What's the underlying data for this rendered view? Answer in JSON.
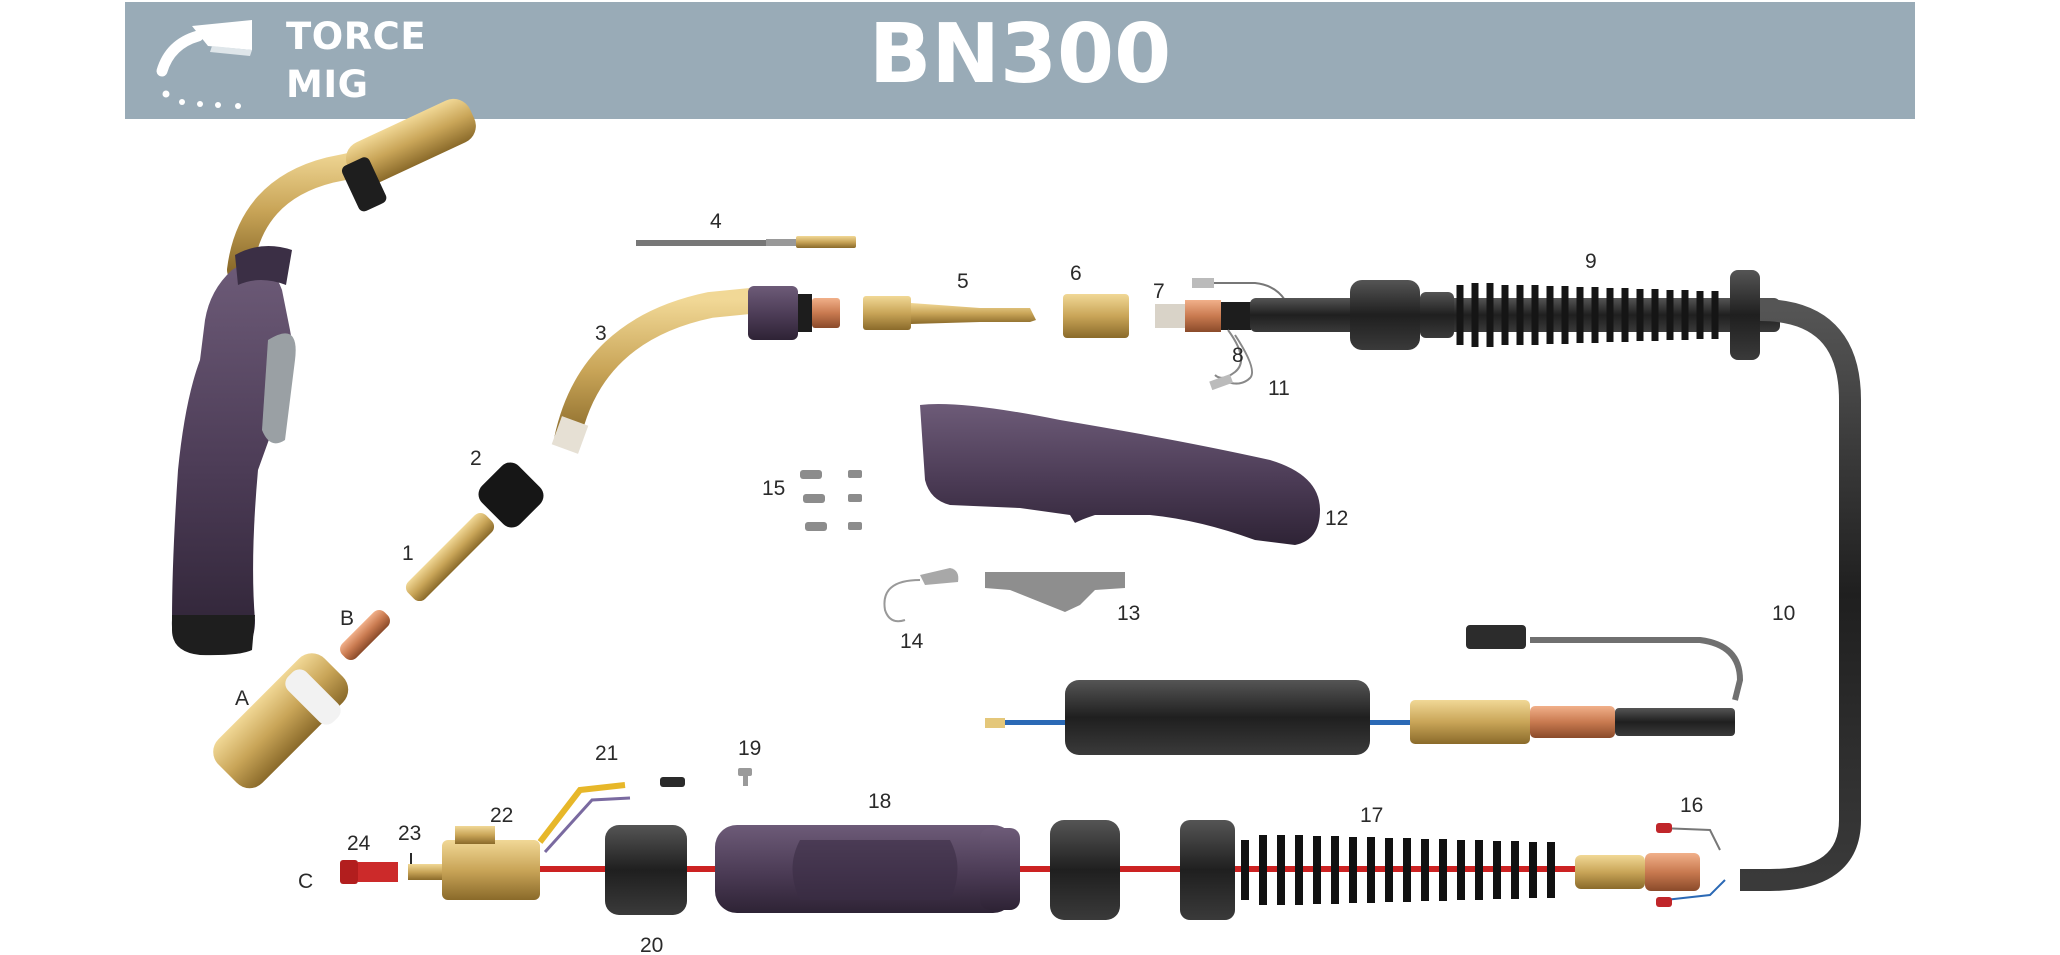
{
  "header": {
    "brand_line1": "TORCE",
    "brand_line2": "MIG",
    "model": "BN300"
  },
  "colors": {
    "header_bg": "#99abb7",
    "brass": "#c7a352",
    "handle_purple": "#4b3b55",
    "cable_black": "#222222",
    "liner_red": "#cc2222"
  },
  "part_labels": {
    "p1": "1",
    "p2": "2",
    "p3": "3",
    "p4": "4",
    "p5": "5",
    "p6": "6",
    "p7": "7",
    "p8": "8",
    "p9": "9",
    "p10": "10",
    "p11": "11",
    "p12": "12",
    "p13": "13",
    "p14": "14",
    "p15": "15",
    "p16": "16",
    "p17": "17",
    "p18": "18",
    "p19": "19",
    "p20": "20",
    "p21": "21",
    "p22": "22",
    "p23": "23",
    "p24": "24",
    "pA": "A",
    "pB": "B",
    "pC": "C"
  }
}
